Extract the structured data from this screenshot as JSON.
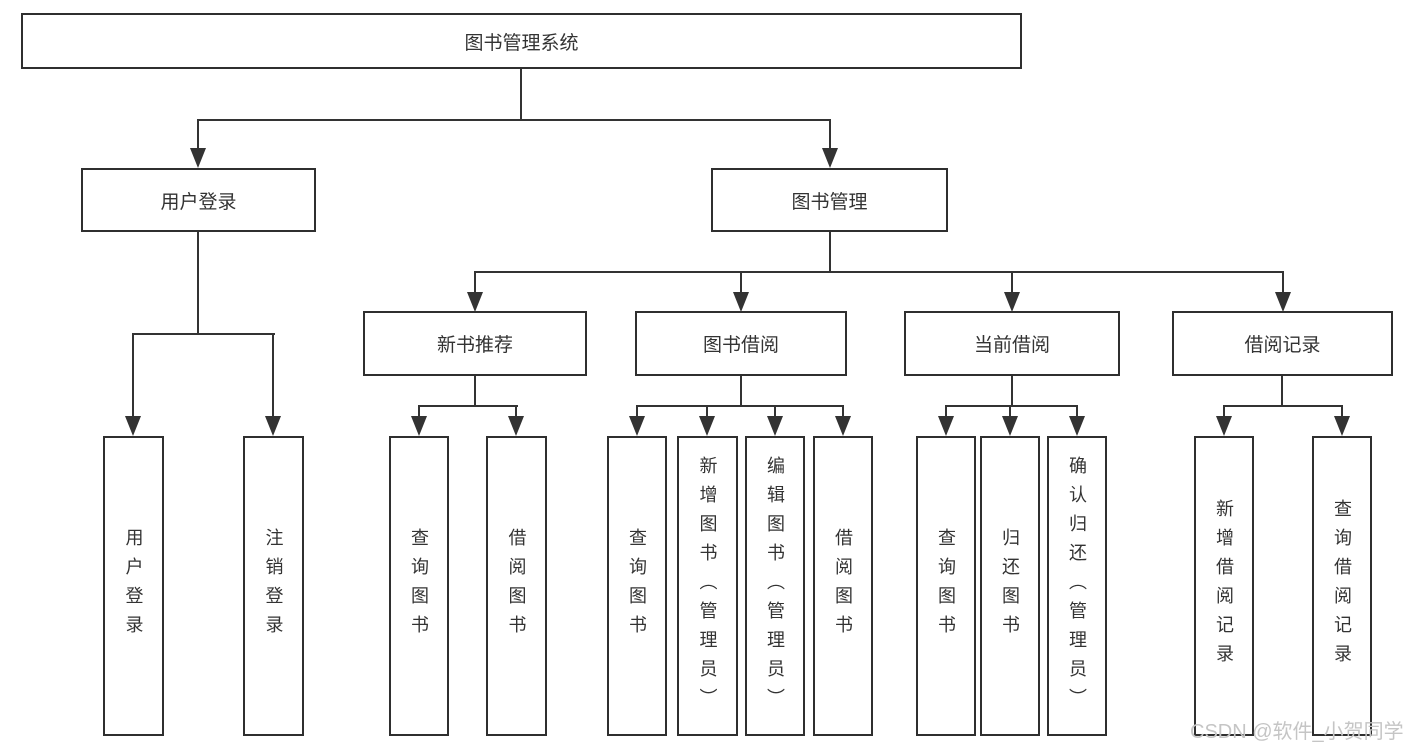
{
  "diagram": {
    "root": {
      "label": "图书管理系统"
    },
    "branches": [
      {
        "label": "用户登录",
        "children": [
          {
            "label": "用户登录"
          },
          {
            "label": "注销登录"
          }
        ]
      },
      {
        "label": "图书管理",
        "children": [
          {
            "label": "新书推荐",
            "children": [
              {
                "label": "查询图书"
              },
              {
                "label": "借阅图书"
              }
            ]
          },
          {
            "label": "图书借阅",
            "children": [
              {
                "label": "查询图书"
              },
              {
                "label": "新增图书（管理员）"
              },
              {
                "label": "编辑图书（管理员）"
              },
              {
                "label": "借阅图书"
              }
            ]
          },
          {
            "label": "当前借阅",
            "children": [
              {
                "label": "查询图书"
              },
              {
                "label": "归还图书"
              },
              {
                "label": "确认归还（管理员）"
              }
            ]
          },
          {
            "label": "借阅记录",
            "children": [
              {
                "label": "新增借阅记录"
              },
              {
                "label": "查询借阅记录"
              }
            ]
          }
        ]
      }
    ]
  },
  "watermark": {
    "text": "CSDN @软件_小贺同学"
  },
  "colors": {
    "background": "#ffffff",
    "box_fill": "#ffffff",
    "box_border": "#2f2f2f",
    "line": "#333333",
    "text": "#333333",
    "watermark": "#c5c5c5"
  }
}
